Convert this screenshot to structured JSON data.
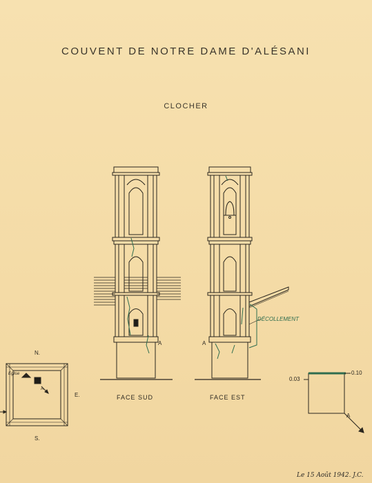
{
  "title": "COUVENT DE NOTRE DAME D'ALÉSANI",
  "subtitle": "CLOCHER",
  "views": {
    "south": {
      "label": "FACE SUD",
      "marker": "A"
    },
    "east": {
      "label": "FACE EST",
      "marker": "A",
      "annotation": "DÉCOLLEMENT"
    }
  },
  "plan": {
    "north": "N.",
    "east": "E.",
    "south": "S.",
    "church": "Eglise",
    "marker": "A"
  },
  "detail": {
    "dim_left": "0.03",
    "dim_right": "0.10",
    "marker": "A"
  },
  "signature": "Le 15 Août 1942. J.C.",
  "colors": {
    "paper": "#f6dfae",
    "ink": "#2a261e",
    "green": "#2f6d4f"
  }
}
